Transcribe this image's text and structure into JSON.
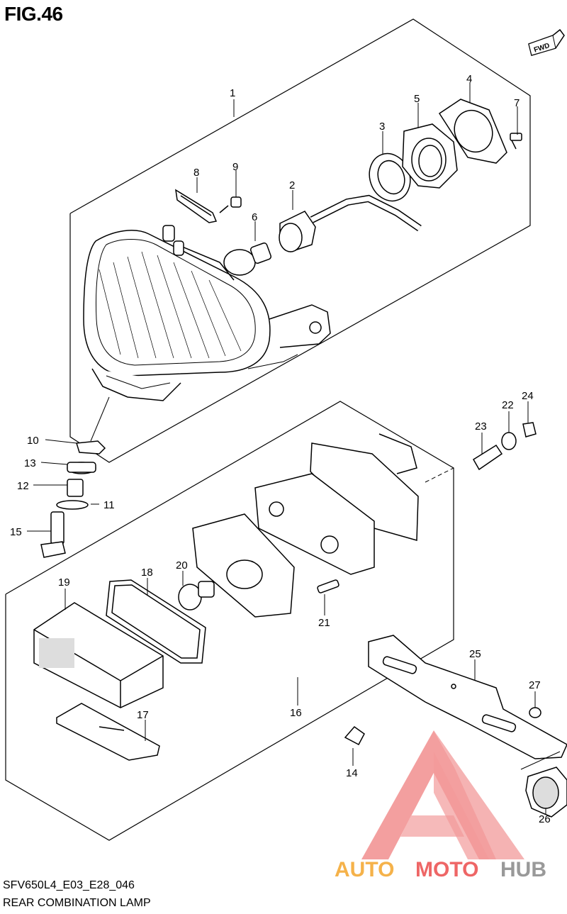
{
  "figure": {
    "title": "FIG.46",
    "code": "SFV650L4_E03_E28_046",
    "name": "REAR COMBINATION LAMP",
    "direction_label": "FWD"
  },
  "callouts": [
    "1",
    "2",
    "3",
    "4",
    "5",
    "6",
    "7",
    "8",
    "9",
    "10",
    "11",
    "12",
    "13",
    "14",
    "15",
    "16",
    "17",
    "18",
    "19",
    "20",
    "21",
    "22",
    "23",
    "24",
    "25",
    "26",
    "27"
  ],
  "watermark": {
    "part1": "AUTO",
    "part2": "MOTO",
    "part3": "HUB",
    "color_orange": "#f5b24a",
    "color_red": "#ee6666",
    "color_gray": "#999999"
  }
}
